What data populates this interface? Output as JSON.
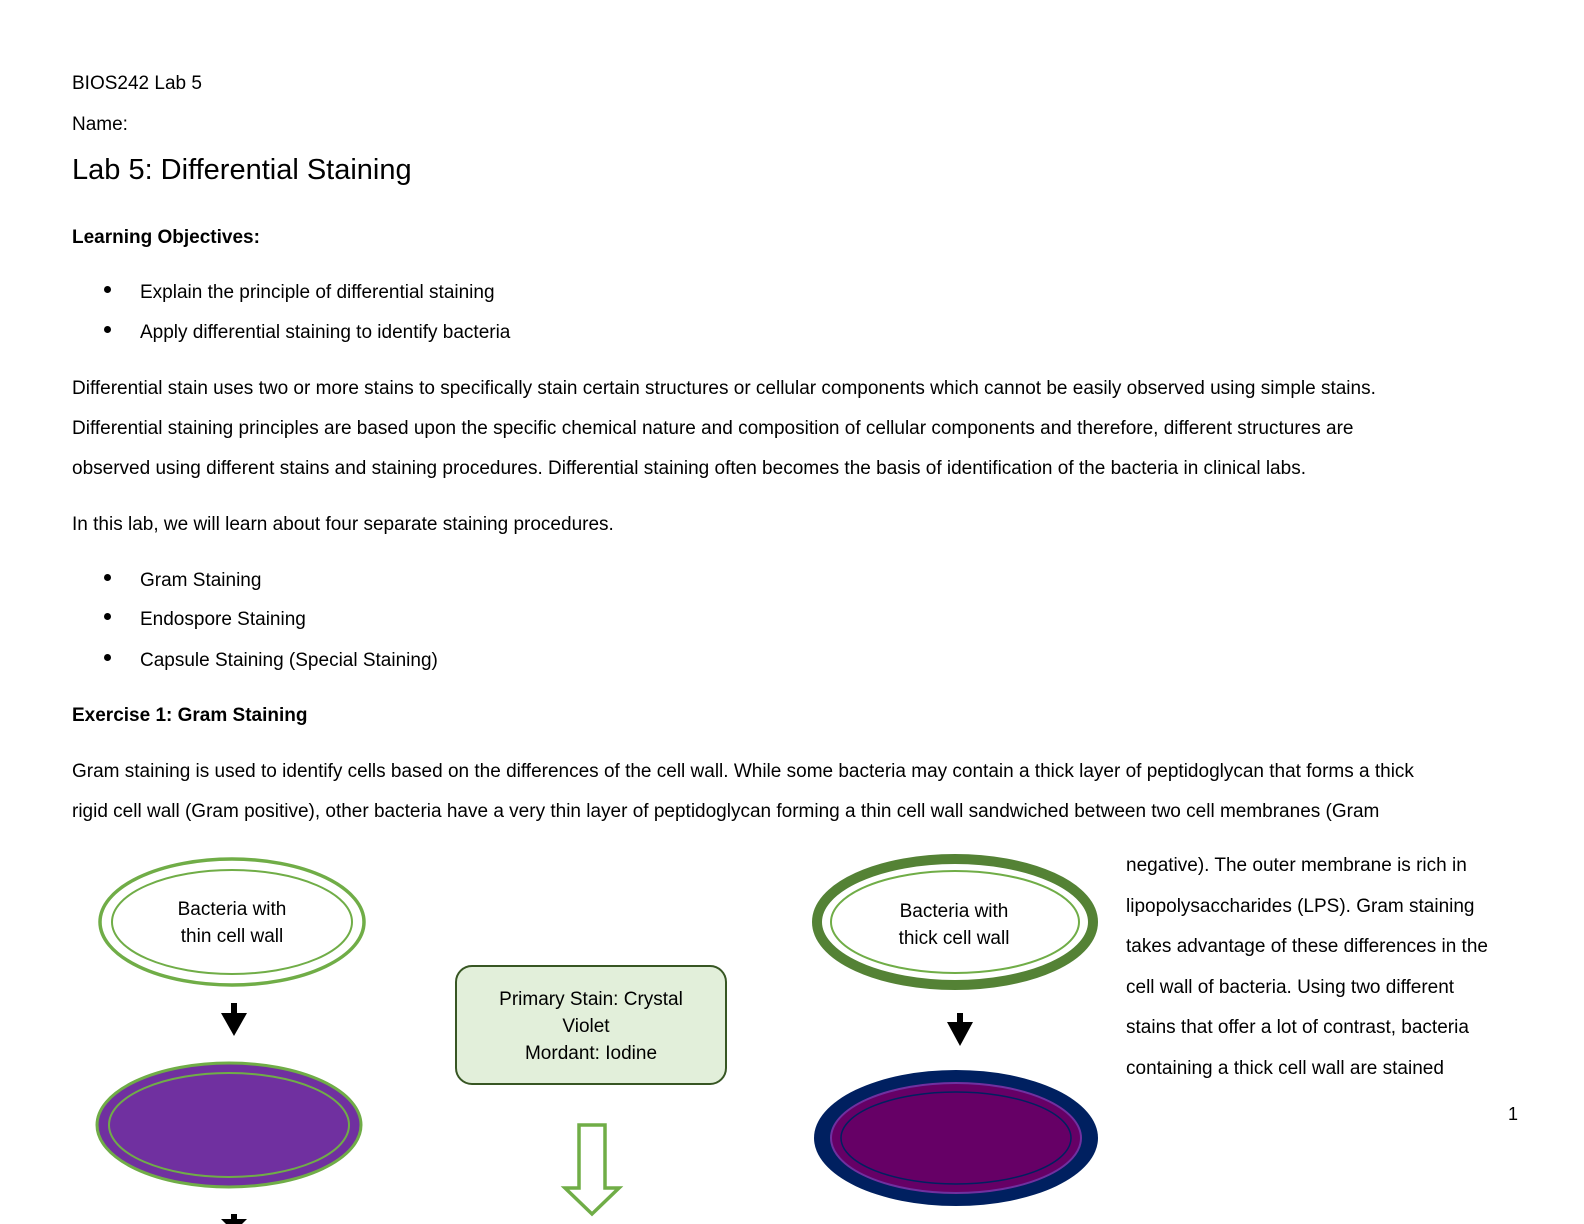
{
  "header": {
    "course": "BIOS242 Lab 5",
    "name_label": "Name:"
  },
  "title": "Lab 5: Differential Staining",
  "objectives": {
    "heading": "Learning Objectives:",
    "items": [
      "Explain the principle of differential staining",
      "Apply differential staining to identify bacteria"
    ]
  },
  "intro_lines": [
    "Differential stain uses two or more stains to specifically stain certain structures or cellular components which cannot be easily observed using simple stains.",
    "Differential staining principles are based upon the specific chemical nature and composition of cellular components and therefore, different structures are",
    "observed using different stains and staining procedures. Differential staining often becomes the basis of identification of the bacteria in clinical labs."
  ],
  "procedures": {
    "lead": "In this lab, we will learn about four separate staining procedures.",
    "items": [
      "Gram Staining",
      "Endospore Staining",
      "Capsule Staining (Special Staining)"
    ]
  },
  "exercise1": {
    "heading": "Exercise 1: Gram Staining",
    "lines": [
      "Gram staining is used to identify cells based on the differences of the cell wall. While some bacteria may contain a thick layer of peptidoglycan that forms a thick",
      "rigid cell wall (Gram positive), other bacteria have a very thin layer of peptidoglycan forming a thin cell wall sandwiched between two cell membranes (Gram"
    ],
    "side_lines": [
      "negative). The outer membrane is rich in",
      "lipopolysaccharides (LPS). Gram staining",
      "takes advantage of these differences in the",
      "cell wall of bacteria. Using two different",
      "stains that offer a lot of contrast, bacteria",
      "containing a thick cell wall are stained"
    ]
  },
  "diagram": {
    "thin_label_1": "Bacteria with",
    "thin_label_2": "thin cell wall",
    "thick_label_1": "Bacteria with",
    "thick_label_2": "thick cell wall",
    "step_line_1": "Primary Stain: Crystal",
    "step_line_2": "Violet",
    "step_line_3": "Mordant: Iodine",
    "colors": {
      "green_light": "#70ad47",
      "green_dark": "#548235",
      "step_fill": "#e2efda",
      "purple": "#7030a0",
      "magenta": "#660066",
      "navy": "#002060"
    }
  },
  "page_number": "1"
}
